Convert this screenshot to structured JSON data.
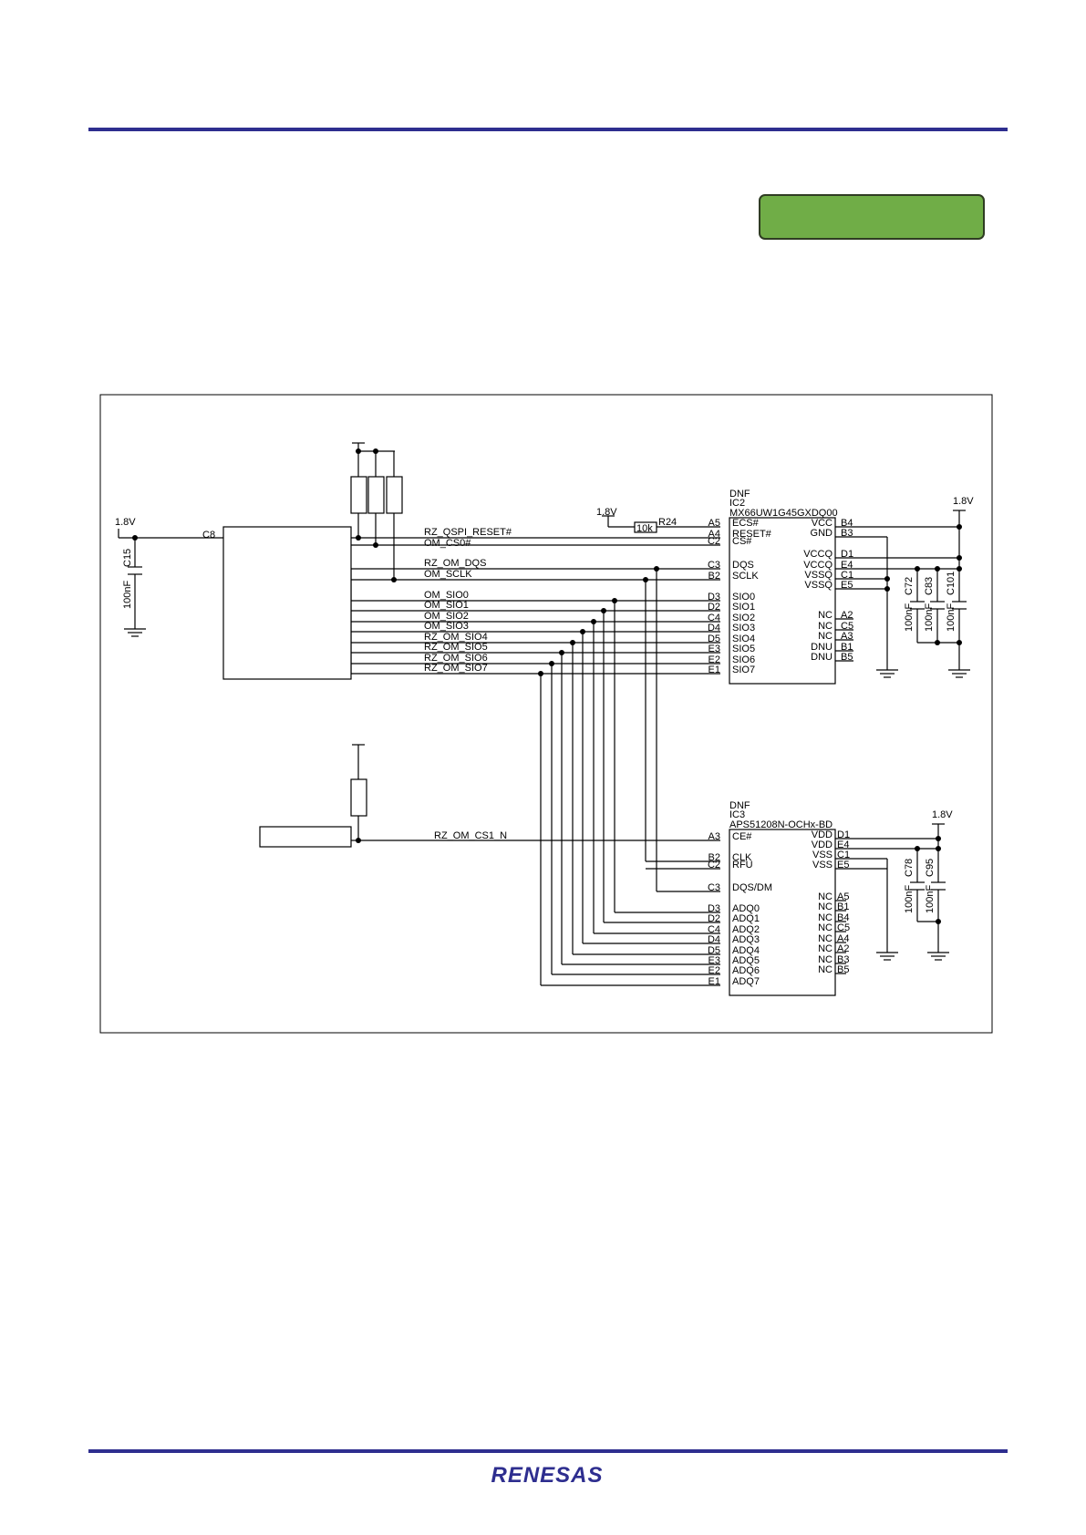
{
  "logo": {
    "text": "RENESAS",
    "color": "#2e2e8f"
  },
  "accent": {
    "rule_color": "#2e2e8f",
    "tag_color": "#70ad47"
  },
  "schematic": {
    "power_1v8": "1.8V",
    "left_cap": {
      "ref": "C15",
      "value": "100nF",
      "net": "C8"
    },
    "ic2": {
      "status": "DNF",
      "ref": "IC2",
      "part": "MX66UW1G45GXDQ00"
    },
    "ic3": {
      "status": "DNF",
      "ref": "IC3",
      "part": "APS51208N-OCHx-BD"
    },
    "r24": {
      "ref": "R24",
      "value": "10k"
    },
    "nets": [
      "RZ_QSPI_RESET#",
      "OM_CS0#",
      "RZ_OM_DQS",
      "OM_SCLK",
      "OM_SIO0",
      "OM_SIO1",
      "OM_SIO2",
      "OM_SIO3",
      "RZ_OM_SIO4",
      "RZ_OM_SIO5",
      "RZ_OM_SIO6",
      "RZ_OM_SIO7"
    ],
    "cs1_net": "RZ_OM_CS1_N",
    "ic2_left_pins": [
      {
        "num": "A5",
        "name": "ECS#"
      },
      {
        "num": "A4",
        "name": "RESET#"
      },
      {
        "num": "C2",
        "name": "CS#"
      },
      {
        "num": "C3",
        "name": "DQS"
      },
      {
        "num": "B2",
        "name": "SCLK"
      },
      {
        "num": "D3",
        "name": "SIO0"
      },
      {
        "num": "D2",
        "name": "SIO1"
      },
      {
        "num": "C4",
        "name": "SIO2"
      },
      {
        "num": "D4",
        "name": "SIO3"
      },
      {
        "num": "D5",
        "name": "SIO4"
      },
      {
        "num": "E3",
        "name": "SIO5"
      },
      {
        "num": "E2",
        "name": "SIO6"
      },
      {
        "num": "E1",
        "name": "SIO7"
      }
    ],
    "ic2_right_pins": [
      {
        "num": "B4",
        "name": "VCC"
      },
      {
        "num": "B3",
        "name": "GND"
      },
      {
        "num": "D1",
        "name": "VCCQ"
      },
      {
        "num": "E4",
        "name": "VCCQ"
      },
      {
        "num": "C1",
        "name": "VSSQ"
      },
      {
        "num": "E5",
        "name": "VSSQ"
      },
      {
        "num": "A2",
        "name": "NC"
      },
      {
        "num": "C5",
        "name": "NC"
      },
      {
        "num": "A3",
        "name": "NC"
      },
      {
        "num": "B1",
        "name": "DNU"
      },
      {
        "num": "B5",
        "name": "DNU"
      }
    ],
    "ic3_left_pins": [
      {
        "num": "A3",
        "name": "CE#"
      },
      {
        "num": "B2",
        "name": "CLK"
      },
      {
        "num": "C2",
        "name": "RFU"
      },
      {
        "num": "C3",
        "name": "DQS/DM"
      },
      {
        "num": "D3",
        "name": "ADQ0"
      },
      {
        "num": "D2",
        "name": "ADQ1"
      },
      {
        "num": "C4",
        "name": "ADQ2"
      },
      {
        "num": "D4",
        "name": "ADQ3"
      },
      {
        "num": "D5",
        "name": "ADQ4"
      },
      {
        "num": "E3",
        "name": "ADQ5"
      },
      {
        "num": "E2",
        "name": "ADQ6"
      },
      {
        "num": "E1",
        "name": "ADQ7"
      }
    ],
    "ic3_right_pins": [
      {
        "num": "D1",
        "name": "VDD"
      },
      {
        "num": "E4",
        "name": "VDD"
      },
      {
        "num": "C1",
        "name": "VSS"
      },
      {
        "num": "E5",
        "name": "VSS"
      },
      {
        "num": "A5",
        "name": "NC"
      },
      {
        "num": "B1",
        "name": "NC"
      },
      {
        "num": "B4",
        "name": "NC"
      },
      {
        "num": "C5",
        "name": "NC"
      },
      {
        "num": "A4",
        "name": "NC"
      },
      {
        "num": "A2",
        "name": "NC"
      },
      {
        "num": "B3",
        "name": "NC"
      },
      {
        "num": "B5",
        "name": "NC"
      }
    ],
    "ic2_caps": [
      {
        "ref": "C72",
        "value": "100nF"
      },
      {
        "ref": "C83",
        "value": "100nF"
      },
      {
        "ref": "C101",
        "value": "100nF"
      }
    ],
    "ic3_caps": [
      {
        "ref": "C78",
        "value": "100nF"
      },
      {
        "ref": "C95",
        "value": "100nF"
      }
    ]
  }
}
